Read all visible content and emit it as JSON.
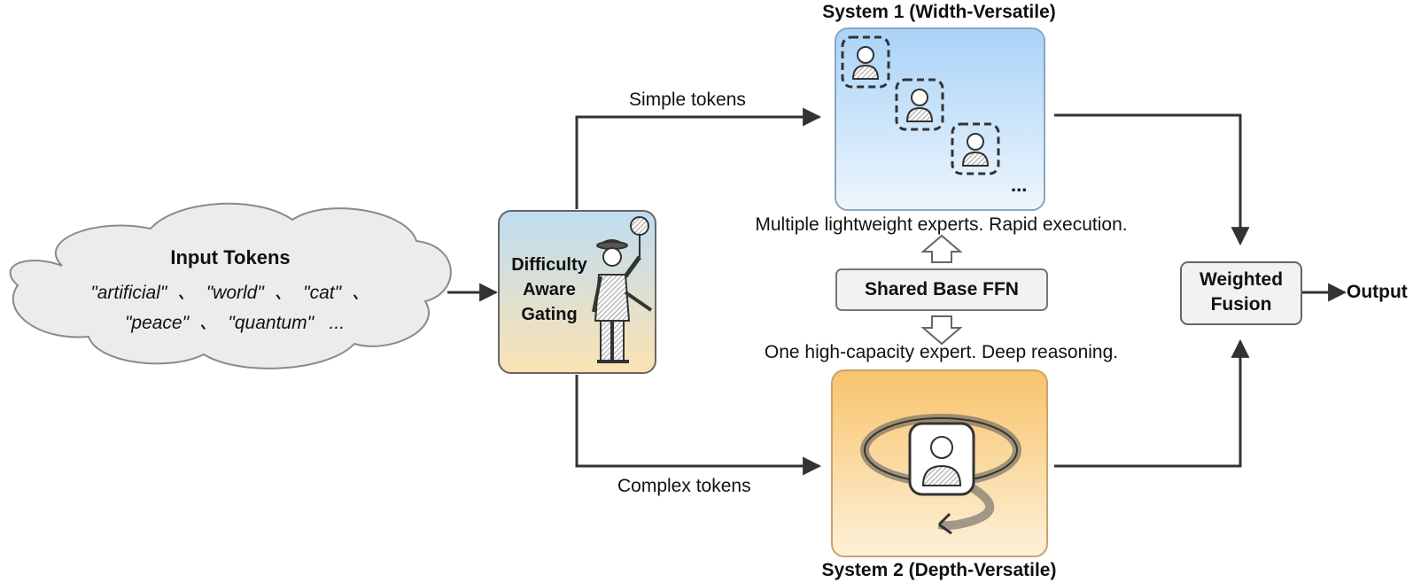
{
  "input": {
    "title": "Input Tokens",
    "tokens_line1": "\"artificial\"  、  \"world\"  、  \"cat\"  、",
    "tokens_line2": "\"peace\"  、  \"quantum\"   ..."
  },
  "gating": {
    "line1": "Difficulty",
    "line2": "Aware",
    "line3": "Gating"
  },
  "routes": {
    "simple": "Simple tokens",
    "complex": "Complex tokens"
  },
  "system1": {
    "title": "System 1 (Width-Versatile)",
    "caption": "Multiple lightweight experts. Rapid execution.",
    "ellipsis": "..."
  },
  "shared": {
    "label": "Shared Base FFN"
  },
  "system2": {
    "title": "System 2 (Depth-Versatile)",
    "caption": "One high-capacity expert. Deep reasoning."
  },
  "fusion": {
    "line1": "Weighted",
    "line2": "Fusion"
  },
  "output": {
    "label": "Output"
  },
  "colors": {
    "line": "#333333",
    "cloud_fill": "#ececec",
    "system1_top": "#a9d3f7",
    "system1_bottom": "#eef6fd",
    "system2_top": "#f8c36c",
    "system2_bottom": "#fdf1d8",
    "box_fill": "#f2f2f2"
  }
}
